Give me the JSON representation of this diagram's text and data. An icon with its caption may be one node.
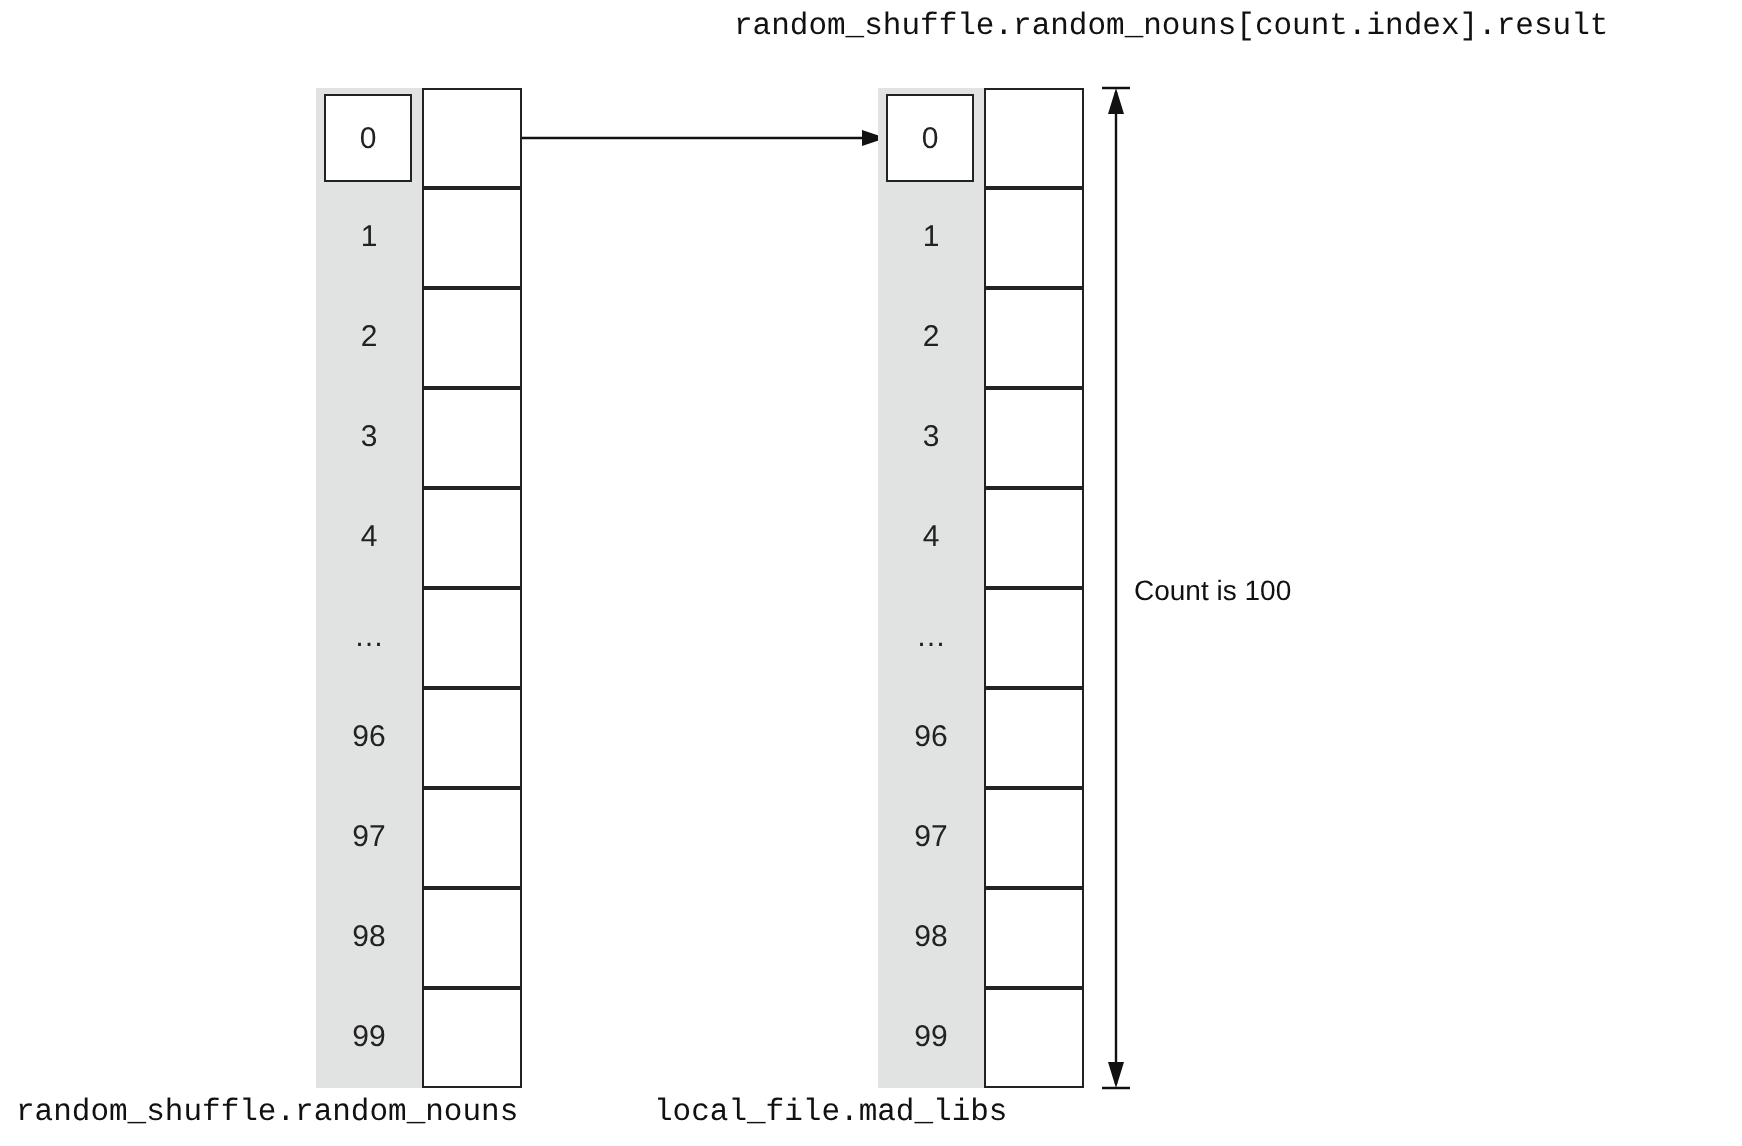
{
  "diagram": {
    "nodes": [
      {
        "text": [
          "0"
        ]
      },
      {
        "text": [],
        "shape": "box"
      },
      {
        "text": [],
        "shape": "box"
      },
      {
        "text": [],
        "shape": "box"
      },
      {
        "text": [],
        "shape": "box"
      },
      {
        "text": [],
        "shape": "box"
      },
      {
        "text": [],
        "shape": "box"
      },
      {
        "text": [],
        "shape": "box"
      },
      {
        "text": [],
        "shape": "box"
      },
      {
        "text": [],
        "shape": "box"
      },
      {
        "text": [],
        "shape": "box"
      },
      {
        "text": [
          "0"
        ]
      },
      {
        "text": [],
        "shape": "box"
      },
      {
        "text": [],
        "shape": "box"
      },
      {
        "text": [],
        "shape": "box"
      },
      {
        "text": [],
        "shape": "box"
      },
      {
        "text": [],
        "shape": "box"
      },
      {
        "text": [],
        "shape": "box"
      },
      {
        "text": [],
        "shape": "box"
      },
      {
        "text": [],
        "shape": "box"
      },
      {
        "text": [],
        "shape": "box"
      },
      {
        "text": [],
        "shape": "box"
      }
    ],
    "edges": [
      {
        "from": 1,
        "to": 11,
        "arrow": "to"
      }
    ],
    "labels": [
      "random_shuffle.random_nouns[count.index].result",
      "1",
      "2",
      "3",
      "4",
      "…",
      "96",
      "97",
      "98",
      "99",
      "1",
      "2",
      "3",
      "4",
      "…",
      "96",
      "97",
      "98",
      "99",
      "Count is 100",
      "random_shuffle.random_nouns",
      "local_file.mad_libs"
    ]
  }
}
